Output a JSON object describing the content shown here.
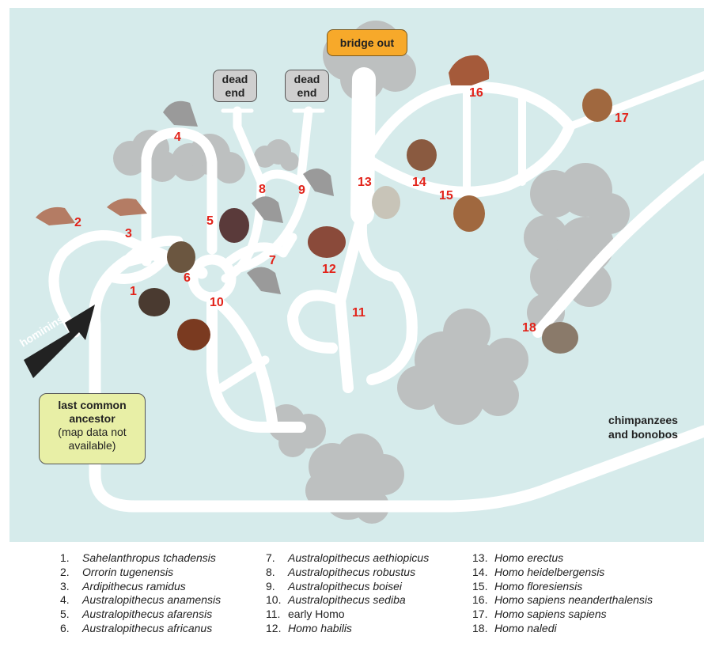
{
  "labels": {
    "bridge_out": "bridge out",
    "dead_end_1": "dead end",
    "dead_end_2": "dead end",
    "hominins": "hominins",
    "lca_title": "last common ancestor",
    "lca_note": "(map data not available)",
    "chimps": "chimpanzees and bonobos"
  },
  "numbers": [
    "1",
    "2",
    "3",
    "4",
    "5",
    "6",
    "7",
    "8",
    "9",
    "10",
    "11",
    "12",
    "13",
    "14",
    "15",
    "16",
    "17",
    "18"
  ],
  "legend": {
    "col1": [
      {
        "n": "1.",
        "name": "Sahelanthropus tchadensis"
      },
      {
        "n": "2.",
        "name": "Orrorin tugenensis"
      },
      {
        "n": "3.",
        "name": "Ardipithecus ramidus"
      },
      {
        "n": "4.",
        "name": "Australopithecus anamensis"
      },
      {
        "n": "5.",
        "name": "Australopithecus afarensis"
      },
      {
        "n": "6.",
        "name": "Australopithecus africanus"
      }
    ],
    "col2": [
      {
        "n": "7.",
        "name": "Australopithecus aethiopicus"
      },
      {
        "n": "8.",
        "name": "Australopithecus robustus"
      },
      {
        "n": "9.",
        "name": "Australopithecus boisei"
      },
      {
        "n": "10.",
        "name": "Australopithecus sediba"
      },
      {
        "n": "11.",
        "name": "early Homo"
      },
      {
        "n": "12.",
        "name": "Homo habilis"
      }
    ],
    "col3": [
      {
        "n": "13.",
        "name": "Homo erectus"
      },
      {
        "n": "14.",
        "name": "Homo heidelbergensis"
      },
      {
        "n": "15.",
        "name": "Homo floresiensis"
      },
      {
        "n": "16.",
        "name": "Homo sapiens neanderthalensis"
      },
      {
        "n": "17.",
        "name": "Homo sapiens sapiens"
      },
      {
        "n": "18.",
        "name": "Homo naledi"
      }
    ]
  },
  "colors": {
    "background": "#d6ebeb",
    "road": "#ffffff",
    "fog": "#b9b9b9",
    "number": "#e2231a",
    "bridge": "#f7a92a",
    "dead_end": "#cfcfcf",
    "lca_box": "#e8efa6"
  }
}
